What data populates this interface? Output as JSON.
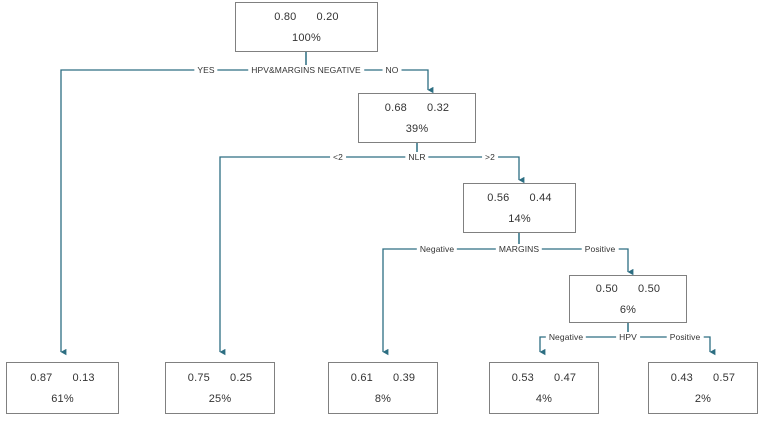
{
  "diagram": {
    "type": "decision-tree",
    "line_color": "#2d6e82",
    "box_border_color": "#808080",
    "text_color": "#333333",
    "nodes": [
      {
        "id": "root",
        "p1": "0.80",
        "p2": "0.20",
        "pct": "100%"
      },
      {
        "id": "n2",
        "p1": "0.68",
        "p2": "0.32",
        "pct": "39%"
      },
      {
        "id": "n3",
        "p1": "0.56",
        "p2": "0.44",
        "pct": "14%"
      },
      {
        "id": "n4",
        "p1": "0.50",
        "p2": "0.50",
        "pct": "6%"
      },
      {
        "id": "leaf1",
        "p1": "0.87",
        "p2": "0.13",
        "pct": "61%"
      },
      {
        "id": "leaf2",
        "p1": "0.75",
        "p2": "0.25",
        "pct": "25%"
      },
      {
        "id": "leaf3",
        "p1": "0.61",
        "p2": "0.39",
        "pct": "8%"
      },
      {
        "id": "leaf4",
        "p1": "0.53",
        "p2": "0.47",
        "pct": "4%"
      },
      {
        "id": "leaf5",
        "p1": "0.43",
        "p2": "0.57",
        "pct": "2%"
      }
    ],
    "splits": [
      {
        "id": "split1",
        "variable": "HPV&MARGINS NEGATIVE",
        "left": "YES",
        "right": "NO"
      },
      {
        "id": "split2",
        "variable": "NLR",
        "left": "<2",
        "right": ">2"
      },
      {
        "id": "split3",
        "variable": "MARGINS",
        "left": "Negative",
        "right": "Positive"
      },
      {
        "id": "split4",
        "variable": "HPV",
        "left": "Negative",
        "right": "Positive"
      }
    ]
  }
}
